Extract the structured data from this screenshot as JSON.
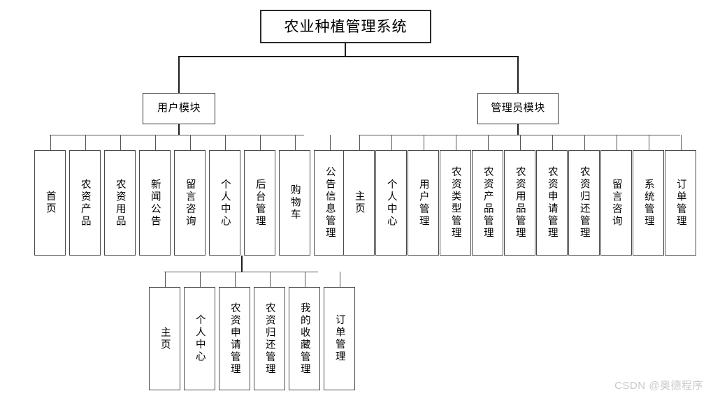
{
  "diagram": {
    "title": "农业种植管理系统",
    "type": "hierarchy-tree",
    "root": {
      "label": "农业种植管理系统"
    },
    "level2": [
      {
        "label": "用户模块"
      },
      {
        "label": "管理员模块"
      }
    ],
    "user_module_children": [
      {
        "label": "首页"
      },
      {
        "label": "农资产品"
      },
      {
        "label": "农资用品"
      },
      {
        "label": "新闻公告"
      },
      {
        "label": "留言咨询"
      },
      {
        "label": "个人中心"
      },
      {
        "label": "后台管理"
      },
      {
        "label": "购物车"
      },
      {
        "label": "公告信息管理"
      }
    ],
    "backend_children": [
      {
        "label": "主页"
      },
      {
        "label": "个人中心"
      },
      {
        "label": "农资申请管理"
      },
      {
        "label": "农资归还管理"
      },
      {
        "label": "我的收藏管理"
      },
      {
        "label": "订单管理"
      }
    ],
    "admin_module_children": [
      {
        "label": "主页"
      },
      {
        "label": "个人中心"
      },
      {
        "label": "用户管理"
      },
      {
        "label": "农资类型管理"
      },
      {
        "label": "农资产品管理"
      },
      {
        "label": "农资用品管理"
      },
      {
        "label": "农资申请管理"
      },
      {
        "label": "农资归还管理"
      },
      {
        "label": "留言咨询"
      },
      {
        "label": "系统管理"
      },
      {
        "label": "订单管理"
      }
    ]
  },
  "watermark": {
    "text": "CSDN @奥德程序"
  },
  "colors": {
    "background": "#ffffff",
    "box_border": "#3a3a3a",
    "connector": "#1c1c1c",
    "text": "#000000",
    "watermark": "#c9c9c9"
  }
}
